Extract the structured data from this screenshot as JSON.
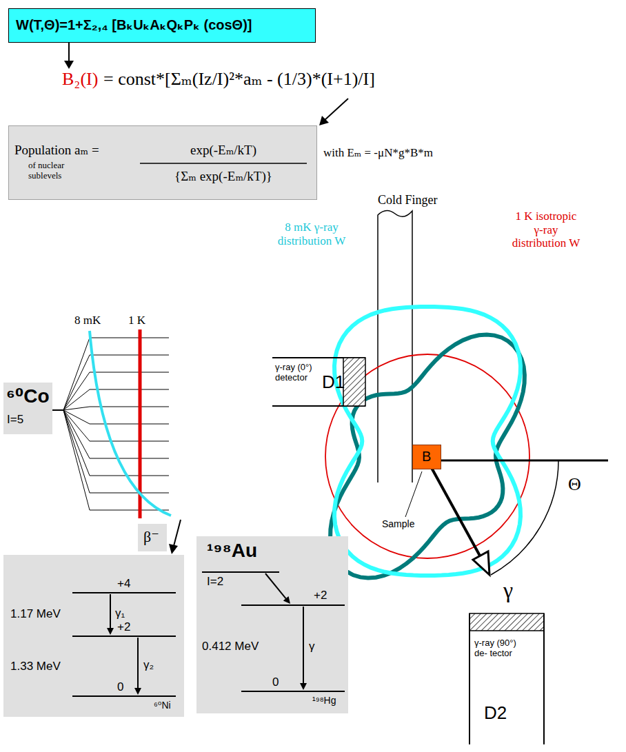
{
  "diagram": {
    "nodes": [
      {
        "text": [
          "W(T,Θ)=1+Σ₂,₄ [BₖUₖAₖQₖPₖ (cosΘ)]"
        ]
      },
      {
        "text": [
          "Population aₘ =",
          "of nuclear sublevels",
          "exp(-Eₘ/kT)",
          "{Σₘ exp(-Eₘ/kT)}"
        ]
      },
      {
        "text": [
          "⁶⁰Co",
          "I=5"
        ]
      },
      {
        "text": [
          "β⁻"
        ]
      },
      {
        "text": [
          "+4",
          "+2",
          "0",
          "1.17 MeV",
          "1.33 MeV",
          "γ₁",
          "γ₂",
          "⁶⁰Ni"
        ]
      },
      {
        "text": [
          "¹⁹⁸Au",
          "I=2",
          "+2",
          "0.412 MeV",
          "γ",
          "0",
          "¹⁹⁸Hg"
        ]
      },
      {
        "text": [
          "γ-ray (0°) detector",
          "D1"
        ]
      },
      {
        "text": [
          "B"
        ]
      },
      {
        "text": [
          "γ-ray (90°) de- tector",
          "D2"
        ]
      }
    ],
    "labels": [
      "B₂(I)",
      "= const*[Σₘ(Iz/I)²*aₘ - (1/3)*(I+1)/I]",
      "with Eₘ = -μN*g*B*m",
      "Cold Finger",
      "8 mK γ-ray distribution W",
      "1 K isotropic γ-ray distribution W",
      "8 mK",
      "1 K",
      "Sample",
      "Θ",
      "γ"
    ]
  }
}
